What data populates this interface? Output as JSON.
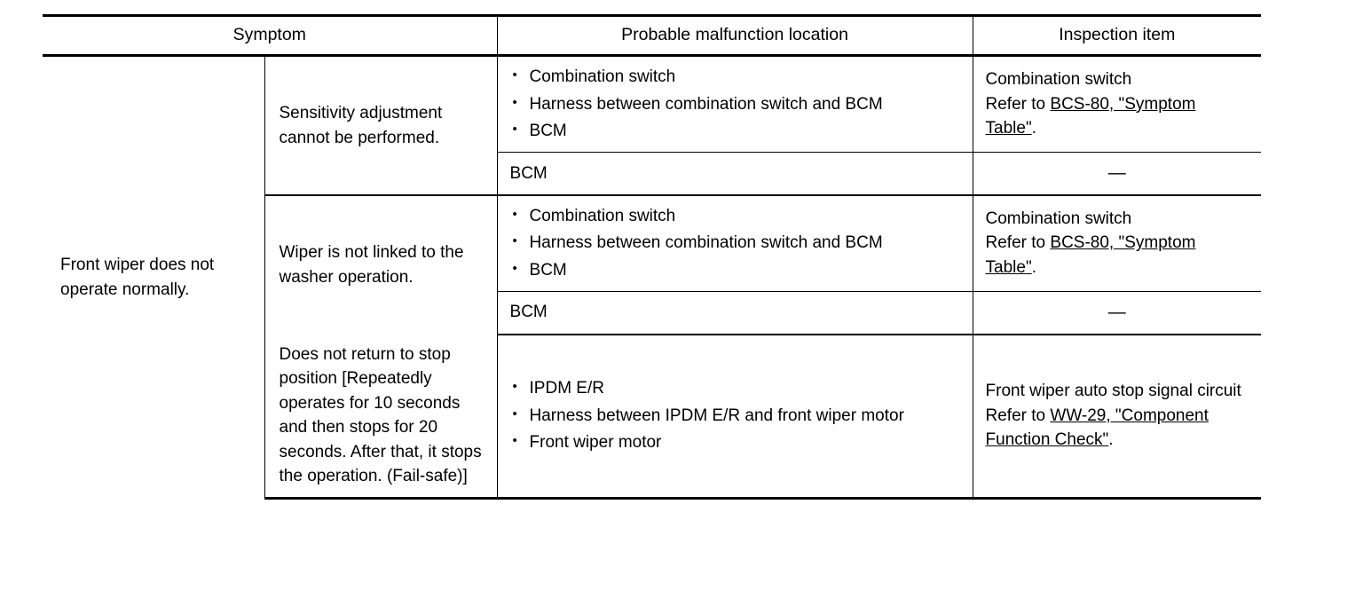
{
  "table": {
    "headers": {
      "symptom": "Symptom",
      "location": "Probable malfunction location",
      "inspection": "Inspection item"
    },
    "symptom_group": "Front wiper does not operate normally.",
    "bullet_glyph": "•",
    "dash": "—",
    "rows": [
      {
        "sub_symptom": "Sensitivity adjustment cannot be performed.",
        "locations": [
          "Combination switch",
          "Harness between combination switch and BCM",
          "BCM"
        ],
        "inspection_line1": "Combination switch",
        "inspection_prefix": "Refer to ",
        "inspection_link": "BCS-80, \"Symptom Table\"",
        "inspection_suffix": "."
      },
      {
        "sub_symptom": "Sensitivity adjustment cannot be performed.",
        "location_plain": "BCM",
        "inspection_dash": "—"
      },
      {
        "sub_symptom": "Wiper is not linked to the washer operation.",
        "locations": [
          "Combination switch",
          "Harness between combination switch and BCM",
          "BCM"
        ],
        "inspection_line1": "Combination switch",
        "inspection_prefix": "Refer to ",
        "inspection_link": "BCS-80, \"Symptom Table\"",
        "inspection_suffix": "."
      },
      {
        "sub_symptom": "Wiper is not linked to the washer operation.",
        "location_plain": "BCM",
        "inspection_dash": "—"
      },
      {
        "sub_symptom": "Does not return to stop position [Repeatedly operates for 10 seconds and then stops for 20 seconds. After that, it stops the operation. (Fail-safe)]",
        "locations": [
          "IPDM E/R",
          "Harness between IPDM E/R and front wiper motor",
          "Front wiper motor"
        ],
        "inspection_line1": "Front wiper auto stop signal circuit",
        "inspection_prefix": "Refer to ",
        "inspection_link": "WW-29, \"Component Function Check\"",
        "inspection_suffix": "."
      }
    ]
  }
}
